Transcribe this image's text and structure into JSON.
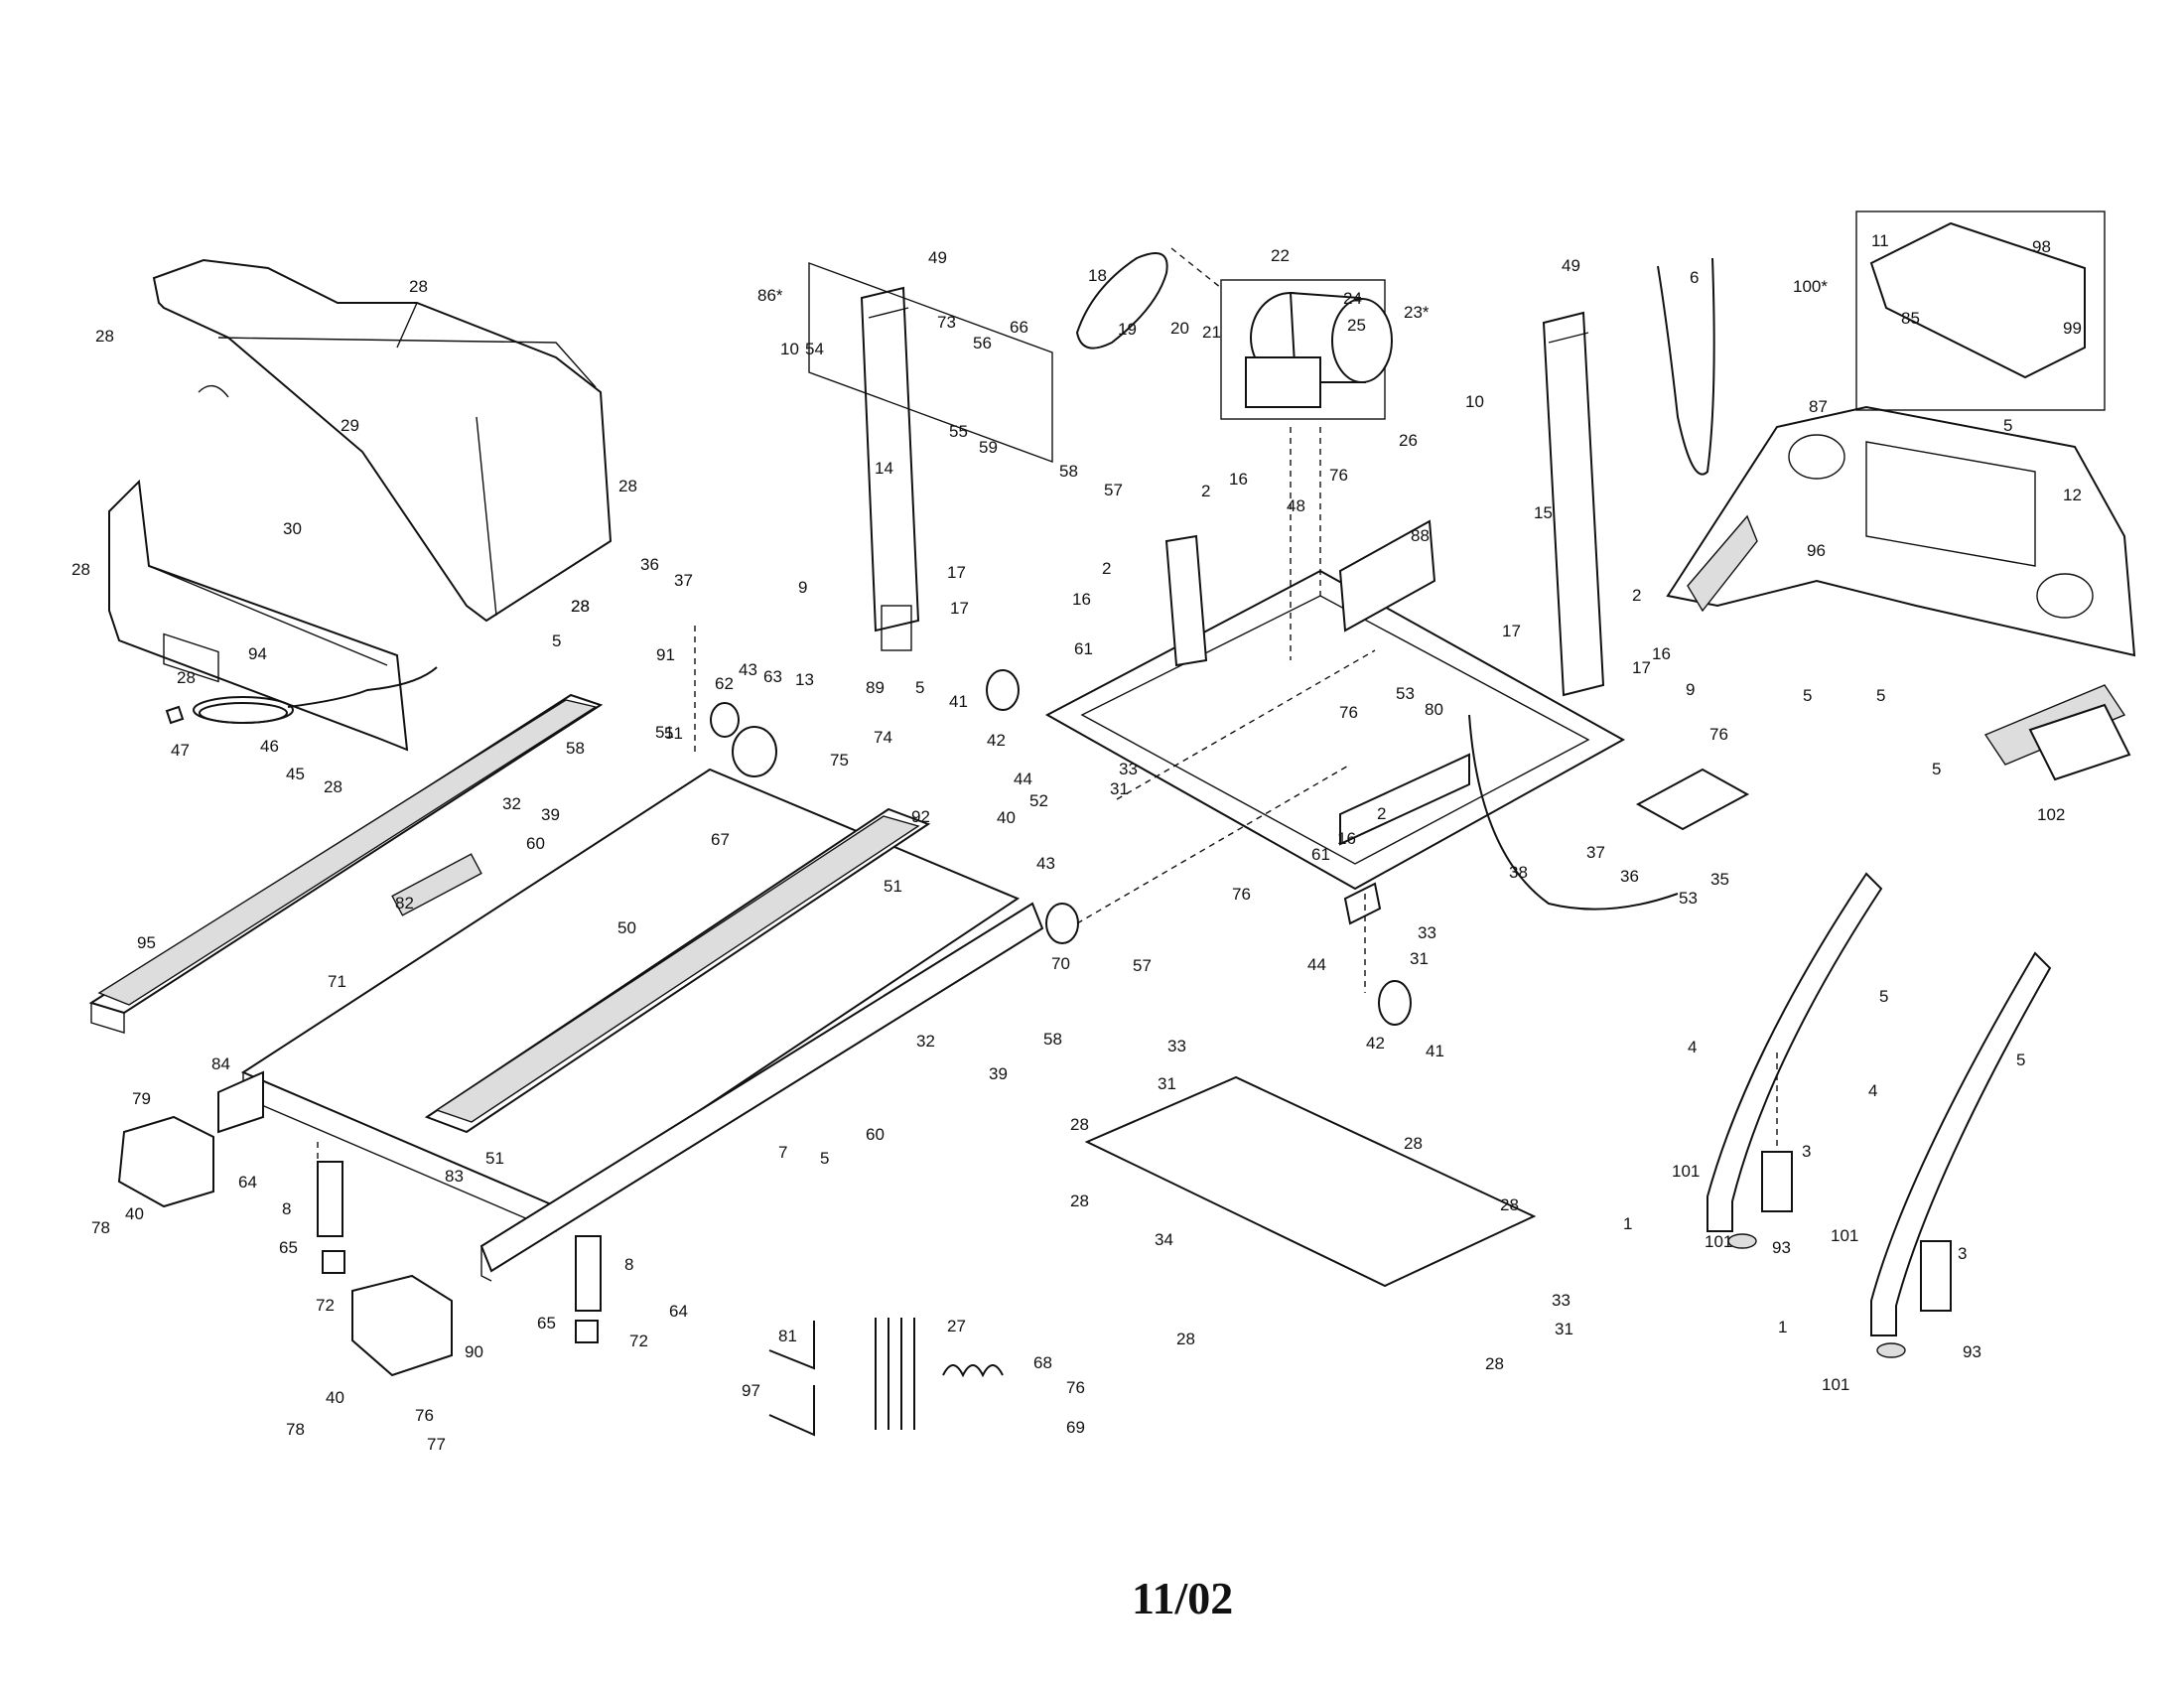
{
  "footer": {
    "date_code": "11/02"
  },
  "callouts": [
    {
      "id": "c1",
      "text": "28"
    },
    {
      "id": "c2",
      "text": "28"
    },
    {
      "id": "c3",
      "text": "29"
    },
    {
      "id": "c4",
      "text": "28"
    },
    {
      "id": "c5",
      "text": "30"
    },
    {
      "id": "c6",
      "text": "28"
    },
    {
      "id": "c7",
      "text": "28"
    },
    {
      "id": "c8",
      "text": "94"
    },
    {
      "id": "c9",
      "text": "28"
    },
    {
      "id": "c10",
      "text": "47"
    },
    {
      "id": "c11",
      "text": "46"
    },
    {
      "id": "c12",
      "text": "45"
    },
    {
      "id": "c13",
      "text": "28"
    },
    {
      "id": "c14",
      "text": "36"
    },
    {
      "id": "c15",
      "text": "37"
    },
    {
      "id": "c16",
      "text": "28"
    },
    {
      "id": "c17",
      "text": "5"
    },
    {
      "id": "c18",
      "text": "91"
    },
    {
      "id": "c19",
      "text": "95"
    },
    {
      "id": "c20",
      "text": "58"
    },
    {
      "id": "c21",
      "text": "32"
    },
    {
      "id": "c22",
      "text": "39"
    },
    {
      "id": "c23",
      "text": "60"
    },
    {
      "id": "c24",
      "text": "82"
    },
    {
      "id": "c25",
      "text": "51"
    },
    {
      "id": "c26",
      "text": "71"
    },
    {
      "id": "c27",
      "text": "67"
    },
    {
      "id": "c28",
      "text": "50"
    },
    {
      "id": "c29",
      "text": "84"
    },
    {
      "id": "c30",
      "text": "79"
    },
    {
      "id": "c31",
      "text": "78"
    },
    {
      "id": "c32",
      "text": "40"
    },
    {
      "id": "c33",
      "text": "64"
    },
    {
      "id": "c34",
      "text": "8"
    },
    {
      "id": "c35",
      "text": "65"
    },
    {
      "id": "c36",
      "text": "72"
    },
    {
      "id": "c37",
      "text": "83"
    },
    {
      "id": "c38",
      "text": "51"
    },
    {
      "id": "c39",
      "text": "8"
    },
    {
      "id": "c40",
      "text": "65"
    },
    {
      "id": "c41",
      "text": "64"
    },
    {
      "id": "c42",
      "text": "72"
    },
    {
      "id": "c43",
      "text": "90"
    },
    {
      "id": "c44",
      "text": "78"
    },
    {
      "id": "c45",
      "text": "40"
    },
    {
      "id": "c46",
      "text": "76"
    },
    {
      "id": "c47",
      "text": "77"
    },
    {
      "id": "c48",
      "text": "81"
    },
    {
      "id": "c49",
      "text": "97"
    },
    {
      "id": "c50",
      "text": "27"
    },
    {
      "id": "c51",
      "text": "68"
    },
    {
      "id": "c52",
      "text": "76"
    },
    {
      "id": "c53",
      "text": "69"
    },
    {
      "id": "c54",
      "text": "86*"
    },
    {
      "id": "c55",
      "text": "49"
    },
    {
      "id": "c56",
      "text": "54"
    },
    {
      "id": "c57",
      "text": "10"
    },
    {
      "id": "c58",
      "text": "73"
    },
    {
      "id": "c59",
      "text": "56"
    },
    {
      "id": "c60",
      "text": "66"
    },
    {
      "id": "c61",
      "text": "55"
    },
    {
      "id": "c62",
      "text": "59"
    },
    {
      "id": "c63",
      "text": "14"
    },
    {
      "id": "c64",
      "text": "17"
    },
    {
      "id": "c65",
      "text": "9"
    },
    {
      "id": "c66",
      "text": "17"
    },
    {
      "id": "c67",
      "text": "41"
    },
    {
      "id": "c68",
      "text": "62"
    },
    {
      "id": "c69",
      "text": "43"
    },
    {
      "id": "c70",
      "text": "63"
    },
    {
      "id": "c71",
      "text": "13"
    },
    {
      "id": "c72",
      "text": "89"
    },
    {
      "id": "c73",
      "text": "5"
    },
    {
      "id": "c74",
      "text": "74"
    },
    {
      "id": "c75",
      "text": "75"
    },
    {
      "id": "c76",
      "text": "51"
    },
    {
      "id": "c77",
      "text": "92"
    },
    {
      "id": "c78",
      "text": "40"
    },
    {
      "id": "c79",
      "text": "52"
    },
    {
      "id": "c80",
      "text": "43"
    },
    {
      "id": "c81",
      "text": "51"
    },
    {
      "id": "c82",
      "text": "42"
    },
    {
      "id": "c83",
      "text": "44"
    },
    {
      "id": "c84",
      "text": "70"
    },
    {
      "id": "c85",
      "text": "58"
    },
    {
      "id": "c86",
      "text": "32"
    },
    {
      "id": "c87",
      "text": "39"
    },
    {
      "id": "c88",
      "text": "7"
    },
    {
      "id": "c89",
      "text": "5"
    },
    {
      "id": "c90",
      "text": "60"
    },
    {
      "id": "c91",
      "text": "18"
    },
    {
      "id": "c92",
      "text": "22"
    },
    {
      "id": "c93",
      "text": "24"
    },
    {
      "id": "c94",
      "text": "23*"
    },
    {
      "id": "c95",
      "text": "25"
    },
    {
      "id": "c96",
      "text": "20"
    },
    {
      "id": "c97",
      "text": "21"
    },
    {
      "id": "c98",
      "text": "19"
    },
    {
      "id": "c99",
      "text": "26"
    },
    {
      "id": "c100",
      "text": "58"
    },
    {
      "id": "c101",
      "text": "57"
    },
    {
      "id": "c102",
      "text": "2"
    },
    {
      "id": "c103",
      "text": "16"
    },
    {
      "id": "c104",
      "text": "76"
    },
    {
      "id": "c105",
      "text": "48"
    },
    {
      "id": "c106",
      "text": "88"
    },
    {
      "id": "c107",
      "text": "2"
    },
    {
      "id": "c108",
      "text": "16"
    },
    {
      "id": "c109",
      "text": "61"
    },
    {
      "id": "c110",
      "text": "33"
    },
    {
      "id": "c111",
      "text": "31"
    },
    {
      "id": "c112",
      "text": "76"
    },
    {
      "id": "c113",
      "text": "53"
    },
    {
      "id": "c114",
      "text": "80"
    },
    {
      "id": "c115",
      "text": "2"
    },
    {
      "id": "c116",
      "text": "16"
    },
    {
      "id": "c117",
      "text": "61"
    },
    {
      "id": "c118",
      "text": "38"
    },
    {
      "id": "c119",
      "text": "57"
    },
    {
      "id": "c120",
      "text": "76"
    },
    {
      "id": "c121",
      "text": "44"
    },
    {
      "id": "c122",
      "text": "33"
    },
    {
      "id": "c123",
      "text": "31"
    },
    {
      "id": "c124",
      "text": "42"
    },
    {
      "id": "c125",
      "text": "41"
    },
    {
      "id": "c126",
      "text": "33"
    },
    {
      "id": "c127",
      "text": "31"
    },
    {
      "id": "c128",
      "text": "28"
    },
    {
      "id": "c129",
      "text": "28"
    },
    {
      "id": "c130",
      "text": "28"
    },
    {
      "id": "c131",
      "text": "28"
    },
    {
      "id": "c132",
      "text": "34"
    },
    {
      "id": "c133",
      "text": "28"
    },
    {
      "id": "c134",
      "text": "28"
    },
    {
      "id": "c135",
      "text": "33"
    },
    {
      "id": "c136",
      "text": "31"
    },
    {
      "id": "c137",
      "text": "49"
    },
    {
      "id": "c138",
      "text": "10"
    },
    {
      "id": "c139",
      "text": "15"
    },
    {
      "id": "c140",
      "text": "2"
    },
    {
      "id": "c141",
      "text": "16"
    },
    {
      "id": "c142",
      "text": "17"
    },
    {
      "id": "c143",
      "text": "17"
    },
    {
      "id": "c144",
      "text": "6"
    },
    {
      "id": "c145",
      "text": "9"
    },
    {
      "id": "c146",
      "text": "76"
    },
    {
      "id": "c147",
      "text": "35"
    },
    {
      "id": "c148",
      "text": "37"
    },
    {
      "id": "c149",
      "text": "36"
    },
    {
      "id": "c150",
      "text": "53"
    },
    {
      "id": "c151",
      "text": "100*"
    },
    {
      "id": "c152",
      "text": "11"
    },
    {
      "id": "c153",
      "text": "98"
    },
    {
      "id": "c154",
      "text": "85"
    },
    {
      "id": "c155",
      "text": "99"
    },
    {
      "id": "c156",
      "text": "87"
    },
    {
      "id": "c157",
      "text": "5"
    },
    {
      "id": "c158",
      "text": "12"
    },
    {
      "id": "c159",
      "text": "96"
    },
    {
      "id": "c160",
      "text": "5"
    },
    {
      "id": "c161",
      "text": "5"
    },
    {
      "id": "c162",
      "text": "5"
    },
    {
      "id": "c163",
      "text": "102"
    },
    {
      "id": "c164",
      "text": "5"
    },
    {
      "id": "c165",
      "text": "4"
    },
    {
      "id": "c166",
      "text": "5"
    },
    {
      "id": "c167",
      "text": "4"
    },
    {
      "id": "c168",
      "text": "3"
    },
    {
      "id": "c169",
      "text": "101"
    },
    {
      "id": "c170",
      "text": "1"
    },
    {
      "id": "c171",
      "text": "101"
    },
    {
      "id": "c172",
      "text": "93"
    },
    {
      "id": "c173",
      "text": "101"
    },
    {
      "id": "c174",
      "text": "3"
    },
    {
      "id": "c175",
      "text": "1"
    },
    {
      "id": "c176",
      "text": "101"
    },
    {
      "id": "c177",
      "text": "93"
    }
  ]
}
